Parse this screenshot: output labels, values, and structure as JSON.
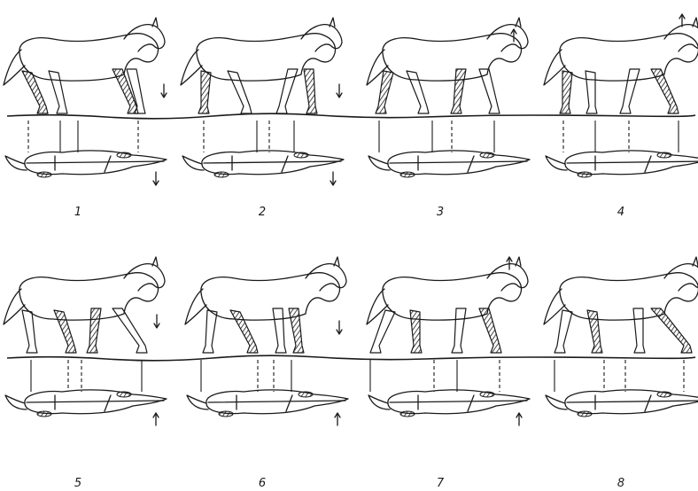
{
  "frames": [
    {
      "number": "1",
      "head_arrow": "down",
      "plan_arrow": "down"
    },
    {
      "number": "2",
      "head_arrow": "down",
      "plan_arrow": "down"
    },
    {
      "number": "3",
      "head_arrow": "up",
      "plan_arrow": "none"
    },
    {
      "number": "4",
      "head_arrow": "up",
      "plan_arrow": "none"
    },
    {
      "number": "5",
      "head_arrow": "down",
      "plan_arrow": "up"
    },
    {
      "number": "6",
      "head_arrow": "down",
      "plan_arrow": "up"
    },
    {
      "number": "7",
      "head_arrow": "up",
      "plan_arrow": "up"
    },
    {
      "number": "8",
      "head_arrow": "none",
      "plan_arrow": "none"
    }
  ],
  "colors": {
    "ink": "#1a1a1a",
    "paper": "#ffffff"
  }
}
